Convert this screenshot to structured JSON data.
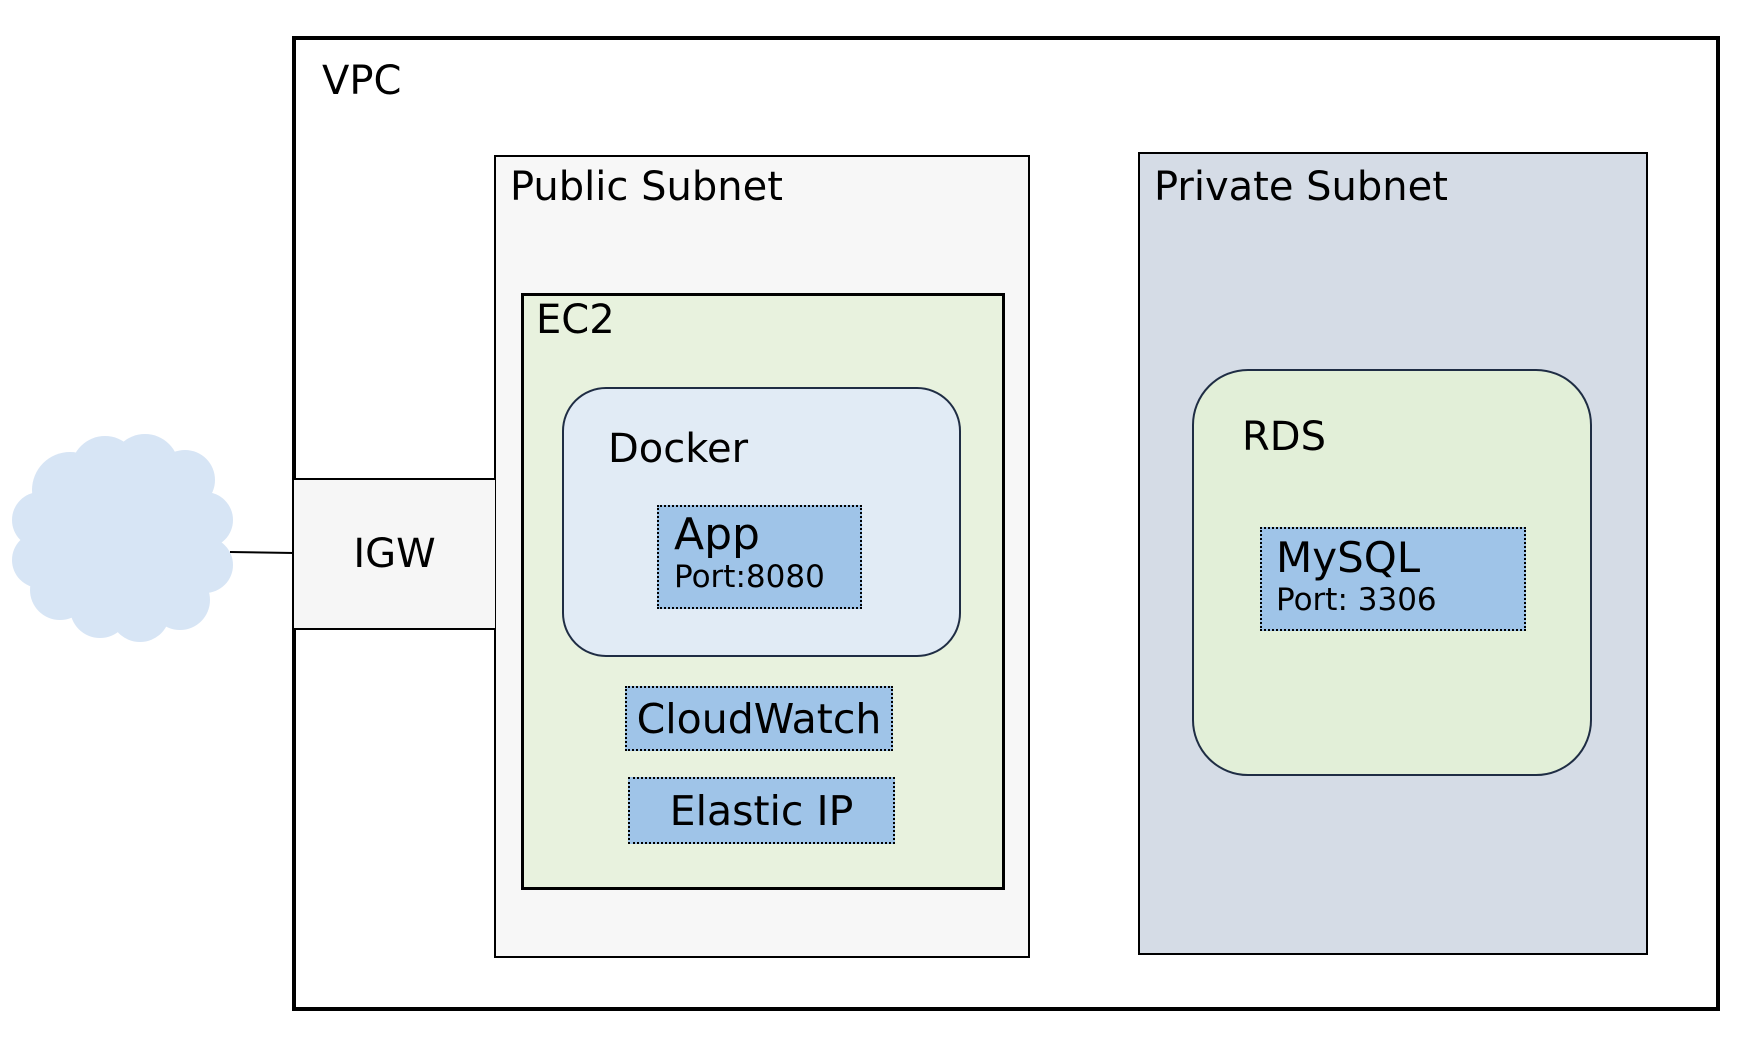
{
  "vpc": {
    "label": "VPC"
  },
  "igw": {
    "label": "IGW"
  },
  "public_subnet": {
    "label": "Public Subnet",
    "ec2": {
      "label": "EC2",
      "docker": {
        "label": "Docker",
        "app": {
          "title": "App",
          "port": "Port:8080"
        }
      },
      "cloudwatch": {
        "label": "CloudWatch"
      },
      "elastic_ip": {
        "label": "Elastic IP"
      }
    }
  },
  "private_subnet": {
    "label": "Private Subnet",
    "rds": {
      "label": "RDS",
      "mysql": {
        "title": "MySQL",
        "port": "Port: 3306"
      }
    }
  },
  "colors": {
    "cloud": "#d7e5f5",
    "public_subnet": "#f7f7f7",
    "private_subnet": "#d5dce6",
    "ec2": "#e8f2de",
    "docker": "#e1ebf5",
    "rds": "#e2efd8",
    "service_box": "#9fc4e8",
    "igw": "#f6f6f6"
  }
}
